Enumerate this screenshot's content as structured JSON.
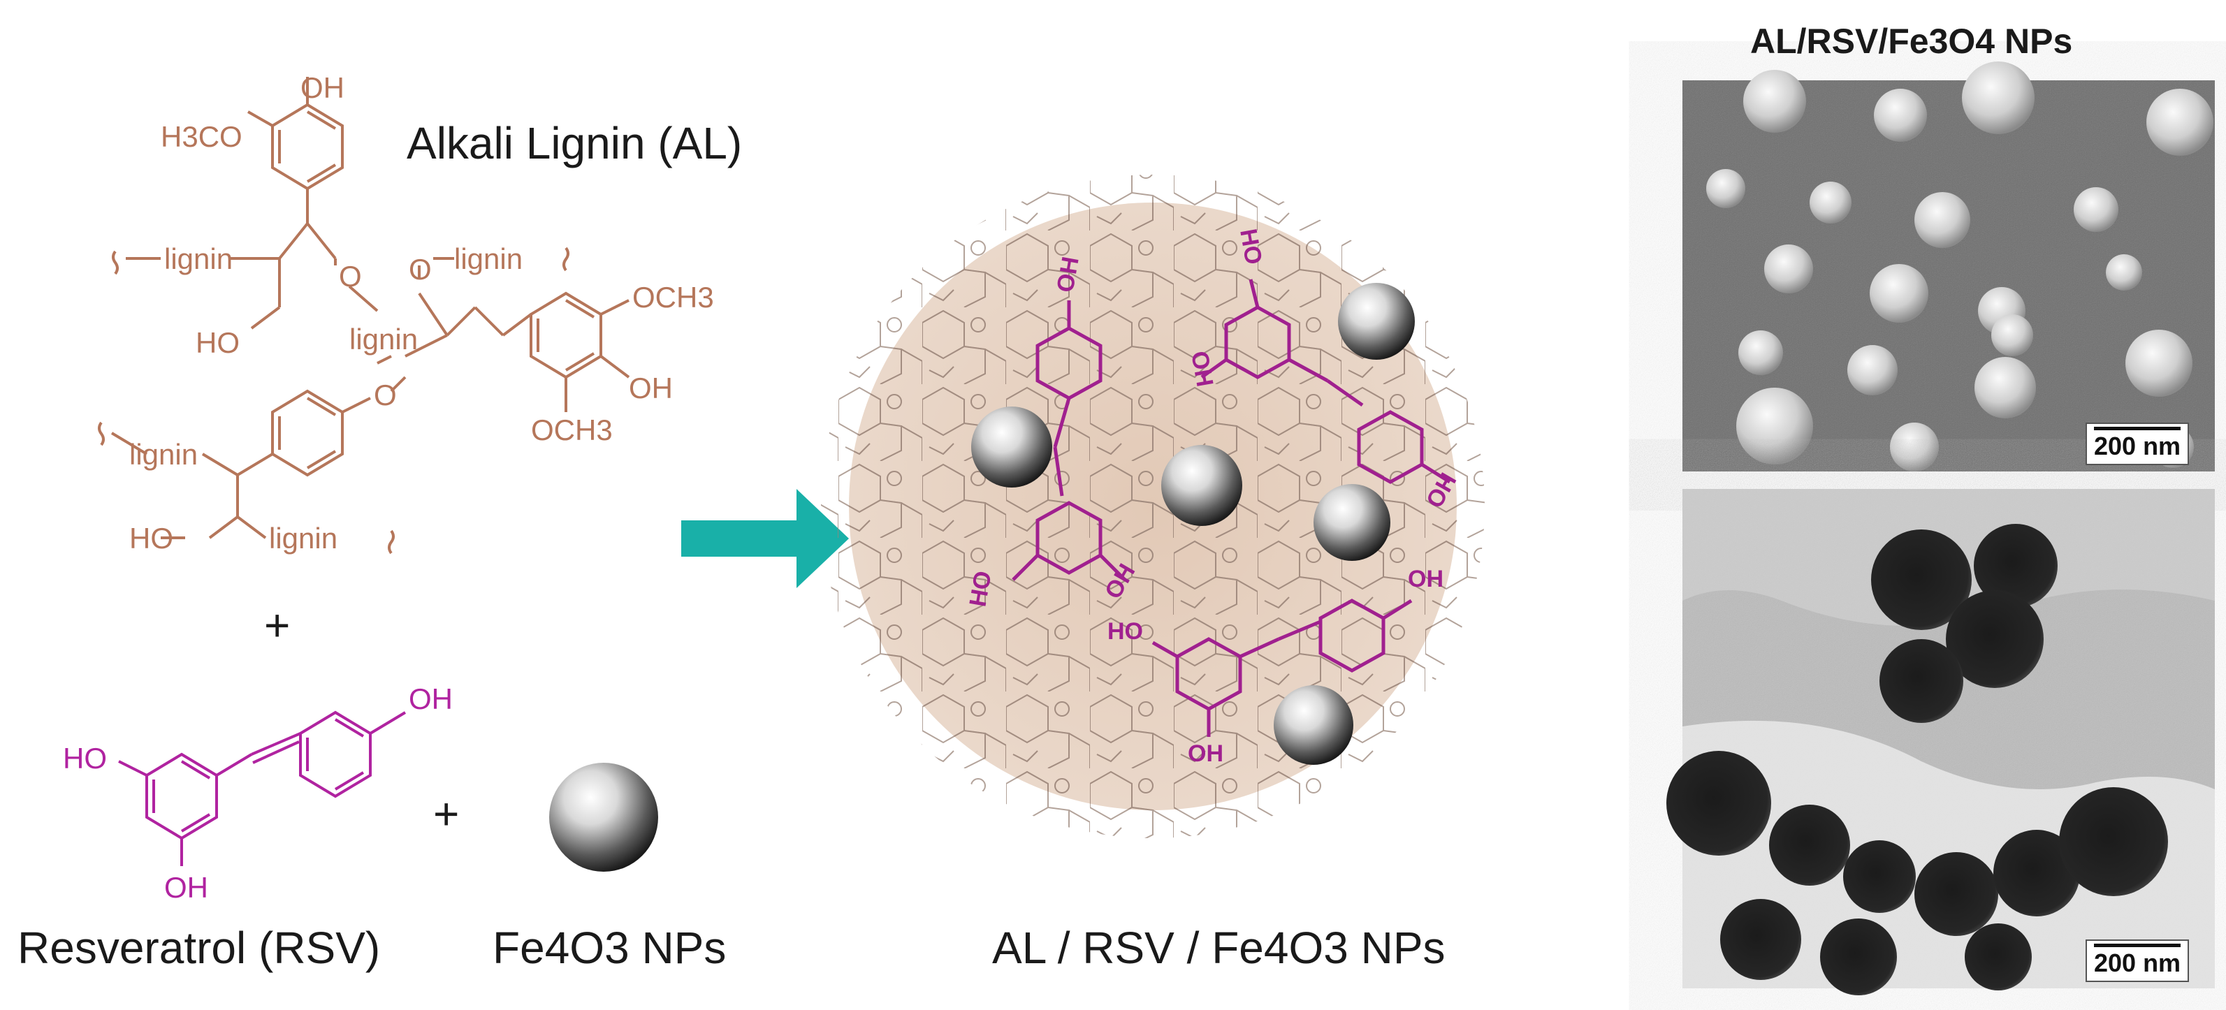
{
  "colors": {
    "lignin": "#b5765a",
    "resveratrol": "#b023a0",
    "arrow": "#19b0a8",
    "capsule": "#e8d3c2",
    "sem_bg": "#6e6e6e",
    "tem_bg": "#bdbdbd"
  },
  "reactants": {
    "alkali_lignin_label": "Alkali Lignin (AL)",
    "plus1": "+",
    "resveratrol_label": "Resveratrol (RSV)",
    "plus2": "+",
    "nanoparticle_label": "Fe4O3 NPs"
  },
  "lignin_structure": {
    "oh": "OH",
    "h3co": "H3CO",
    "lignin": "lignin",
    "ho": "HO",
    "o": "O",
    "och3": "OCH3"
  },
  "resveratrol_structure": {
    "ho": "HO",
    "oh": "OH"
  },
  "product": {
    "label": "AL / RSV / Fe4O3 NPs"
  },
  "micrographs": {
    "title": "AL/RSV/Fe3O4 NPs",
    "sem_scale": "200 nm",
    "tem_scale": "200 nm"
  },
  "icons": {
    "arrow": "right-arrow-icon",
    "nanoparticle": "sphere-icon"
  }
}
